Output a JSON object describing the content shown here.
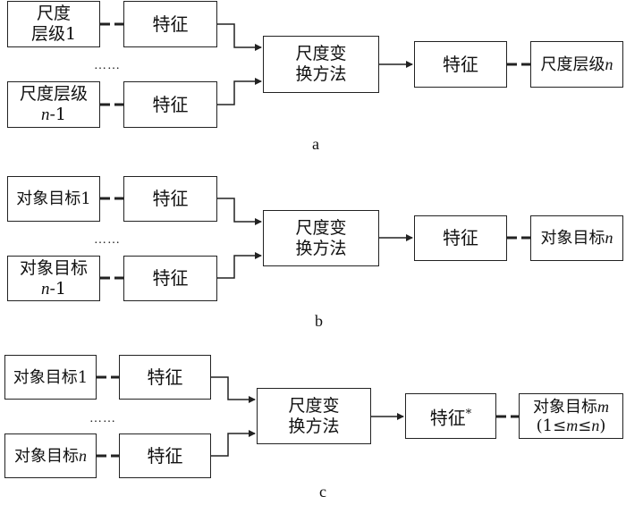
{
  "panels": [
    {
      "label": "a",
      "inputs": [
        {
          "line1": "尺度",
          "line2": "层级1"
        },
        {
          "line1": "尺度层级",
          "line2_var": "n",
          "line2_rest": "-1"
        }
      ],
      "feature_label": "特征",
      "ellipsis": "……",
      "transform": {
        "line1": "尺度变",
        "line2": "换方法"
      },
      "output_feature": "特征",
      "output": {
        "text": "尺度层级",
        "var": "n"
      }
    },
    {
      "label": "b",
      "inputs": [
        {
          "line1": "对象目标1"
        },
        {
          "line1": "对象目标",
          "line2_var": "n",
          "line2_rest": "-1"
        }
      ],
      "feature_label": "特征",
      "ellipsis": "……",
      "transform": {
        "line1": "尺度变",
        "line2": "换方法"
      },
      "output_feature": "特征",
      "output": {
        "text": "对象目标",
        "var": "n"
      }
    },
    {
      "label": "c",
      "inputs": [
        {
          "line1": "对象目标1"
        },
        {
          "line1": "对象目标",
          "line1_var": "n"
        }
      ],
      "feature_label": "特征",
      "ellipsis": "……",
      "transform": {
        "line1": "尺度变",
        "line2": "换方法"
      },
      "output_feature": "特征",
      "output_feature_sup": "*",
      "output": {
        "text": "对象目标",
        "var": "m",
        "line2_open": "(1≤",
        "line2_var1": "m",
        "line2_mid": "≤",
        "line2_var2": "n",
        "line2_close": ")"
      }
    }
  ]
}
